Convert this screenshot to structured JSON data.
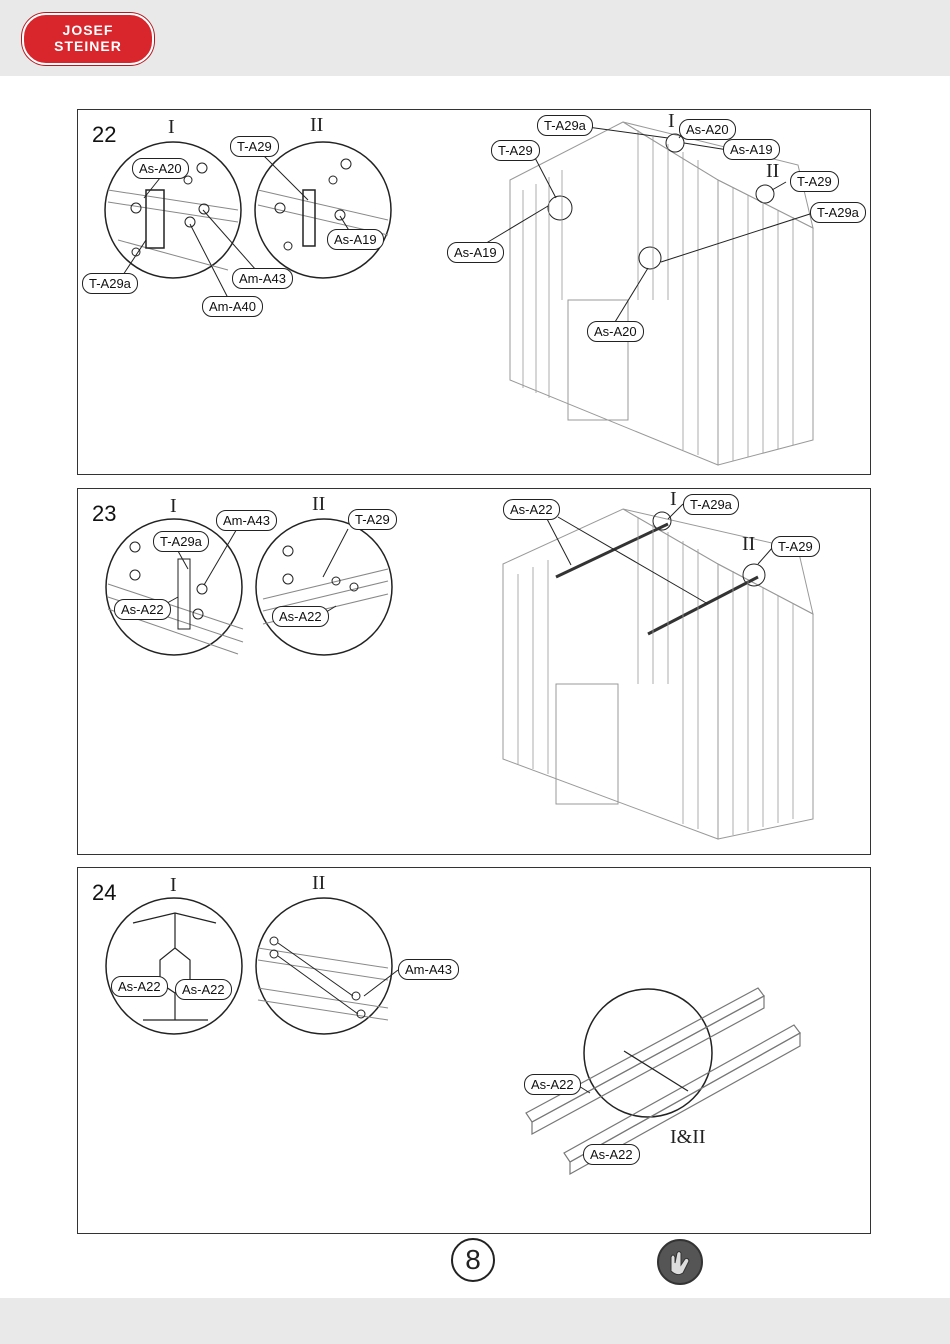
{
  "brand": {
    "line1": "JOSEF",
    "line2": "STEINER"
  },
  "page_number": "8",
  "icons": {
    "gloves": "gloves-icon"
  },
  "steps": [
    {
      "number": "22",
      "detail1": "I",
      "detail2": "II",
      "labels": [
        "As-A20",
        "T-A29",
        "T-A29a",
        "Am-A43",
        "Am-A40",
        "As-A19",
        "T-A29a",
        "As-A20",
        "T-A29",
        "As-A19",
        "T-A29",
        "T-A29a",
        "As-A19",
        "As-A20"
      ],
      "romans": [
        "I",
        "II"
      ]
    },
    {
      "number": "23",
      "detail1": "I",
      "detail2": "II",
      "labels": [
        "Am-A43",
        "T-A29a",
        "As-A22",
        "T-A29",
        "As-A22",
        "As-A22",
        "T-A29a",
        "T-A29"
      ],
      "romans": [
        "I",
        "II"
      ]
    },
    {
      "number": "24",
      "detail1": "I",
      "detail2": "II",
      "labels": [
        "As-A22",
        "As-A22",
        "Am-A43",
        "As-A22",
        "As-A22"
      ],
      "combined": "I&II"
    }
  ]
}
